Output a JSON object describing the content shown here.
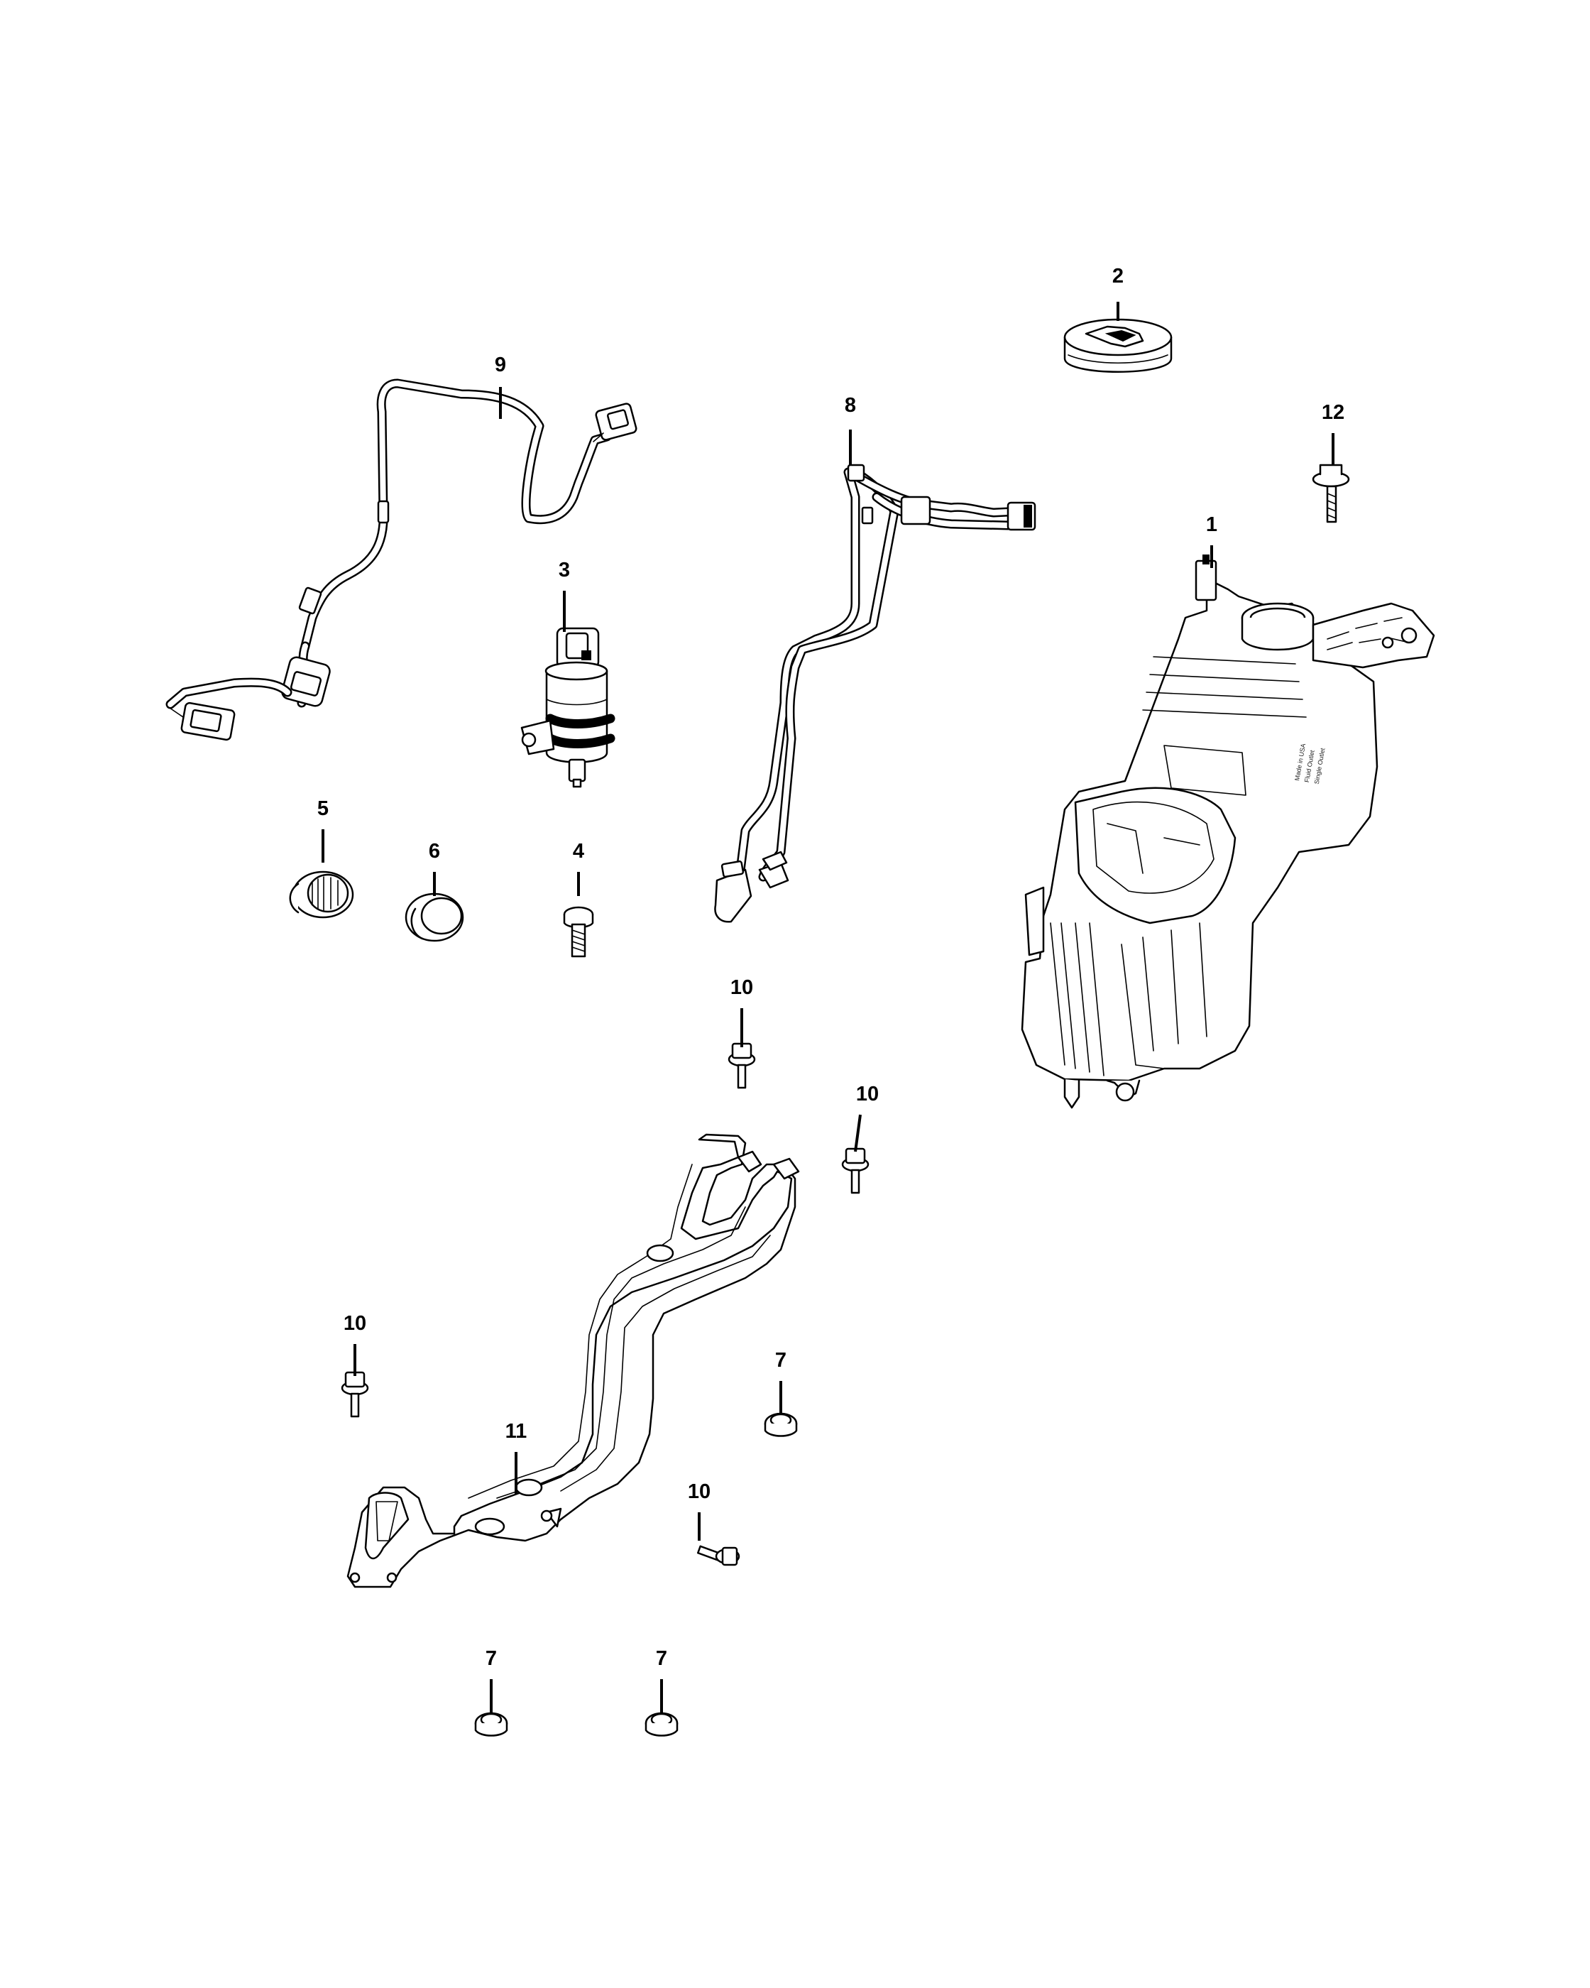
{
  "diagram": {
    "callouts": [
      {
        "id": "c1",
        "number": "1"
      },
      {
        "id": "c2",
        "number": "2"
      },
      {
        "id": "c3",
        "number": "3"
      },
      {
        "id": "c4",
        "number": "4"
      },
      {
        "id": "c5",
        "number": "5"
      },
      {
        "id": "c6",
        "number": "6"
      },
      {
        "id": "c7a",
        "number": "7"
      },
      {
        "id": "c7b",
        "number": "7"
      },
      {
        "id": "c7c",
        "number": "7"
      },
      {
        "id": "c8",
        "number": "8"
      },
      {
        "id": "c9",
        "number": "9"
      },
      {
        "id": "c10a",
        "number": "10"
      },
      {
        "id": "c10b",
        "number": "10"
      },
      {
        "id": "c10c",
        "number": "10"
      },
      {
        "id": "c10d",
        "number": "10"
      },
      {
        "id": "c11",
        "number": "11"
      },
      {
        "id": "c12",
        "number": "12"
      }
    ],
    "colors": {
      "line": "#000000",
      "background": "#ffffff"
    }
  }
}
